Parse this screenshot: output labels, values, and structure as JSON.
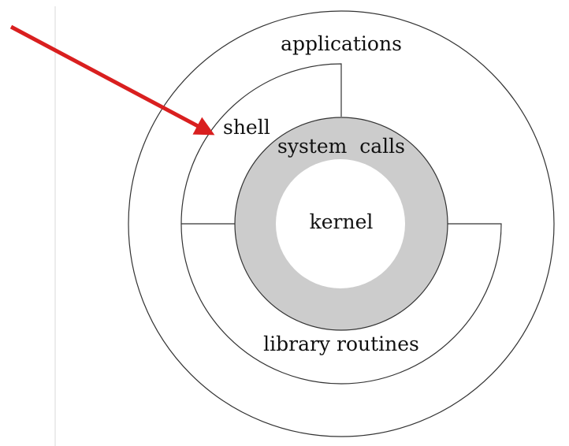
{
  "diagram": {
    "labels": {
      "applications": "applications",
      "shell": "shell",
      "system_calls": "system  calls",
      "kernel": "kernel",
      "library_routines": "library routines"
    },
    "colors": {
      "arrow": "#d91f1f",
      "system_calls_ring": "#cccccc",
      "stroke": "#333333",
      "page_rule": "#d8d8d8"
    }
  }
}
